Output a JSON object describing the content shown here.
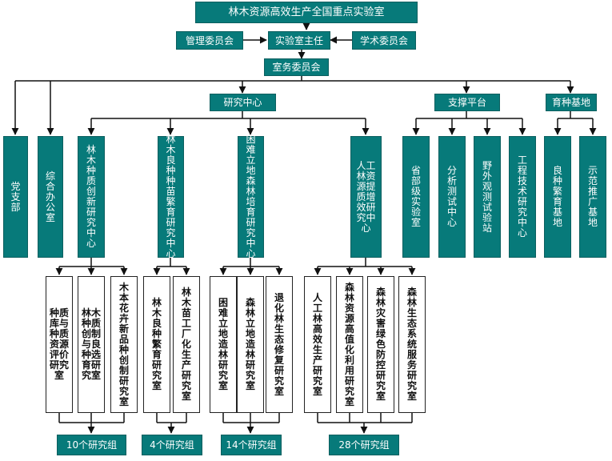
{
  "top": {
    "title": "林木资源高效生产全国重点实验室",
    "director": "实验室主任",
    "management": "管理委员会",
    "academic": "学术委员会",
    "office": "室务委员会"
  },
  "branches": {
    "research": "研究中心",
    "support": "支撑平台",
    "breeding": "育种基地"
  },
  "units": {
    "party": "党支部",
    "general_office": "综合办公室",
    "center1": "林木种质创新研究中心",
    "center2": "林木良种种苗繁育研究中心",
    "center3": "困难立地森林培育研究中心",
    "center4": "人工林资源提质增效研究中心",
    "support_items": [
      "省部级实验室",
      "分析测试中心",
      "野外观测试验站",
      "工程技术研究中心"
    ],
    "breeding_items": [
      "良种繁育基地",
      "示范推广基地"
    ]
  },
  "labs": {
    "group1": [
      "种质库与种质资源评价研究室",
      "林木种质创制与良种选育研究室",
      "木本花卉新品种创制研究室"
    ],
    "group2": [
      "林木良种繁育研究室",
      "林木苗工厂化生产研究室"
    ],
    "group3": [
      "困难立地造林研究室",
      "森林立地造林研究室",
      "退化林生态修复研究室"
    ],
    "group4": [
      "人工林高效生产研究室",
      "森林资源高值化利用研究室",
      "森林灾害绿色防控研究室",
      "森林生态系统服务研究室"
    ]
  },
  "groups": [
    "10个研究组",
    "4个研究组",
    "14个研究组",
    "28个研究组"
  ],
  "colors": {
    "teal": "#077a7a",
    "line": "#111111"
  }
}
